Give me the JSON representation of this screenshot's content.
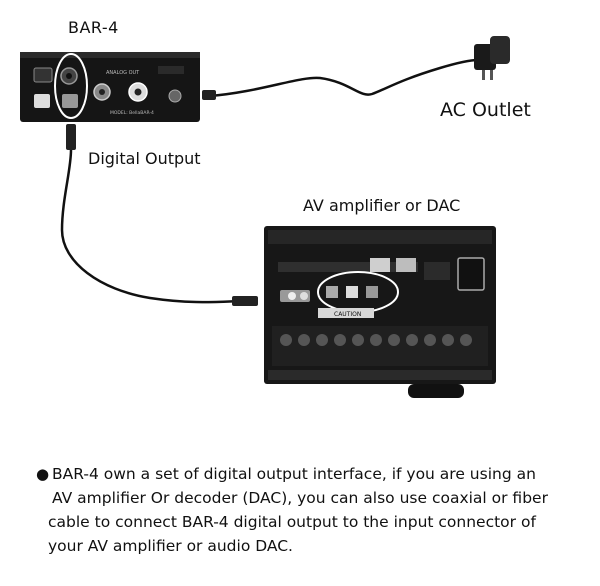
{
  "labels": {
    "device_name": "BAR-4",
    "ac_outlet": "AC Outlet",
    "digital_output": "Digital Output",
    "receiver": "AV amplifier or DAC"
  },
  "device_panel_text": {
    "analog_out": "ANALOG OUT",
    "model": "MODEL: BellaBAR-4"
  },
  "receiver_panel_text": {
    "caution": "CAUTION"
  },
  "note": {
    "bullet": "●",
    "lines": [
      "BAR-4 own a set of digital output interface, if you are using an",
      "AV amplifier Or decoder (DAC), you can also use coaxial or fiber",
      "cable to connect BAR-4 digital output to the input connector of",
      "your AV amplifier or audio DAC."
    ]
  }
}
